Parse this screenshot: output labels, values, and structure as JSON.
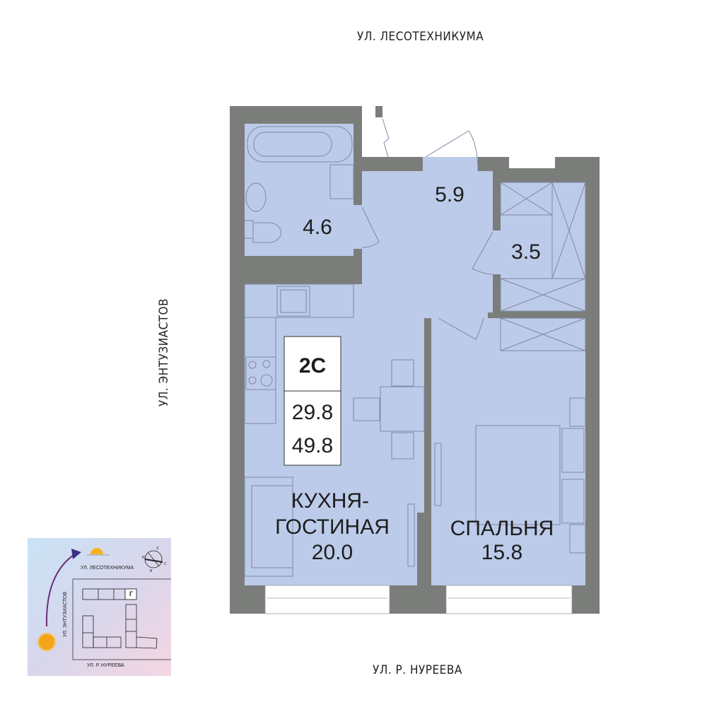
{
  "streets": {
    "north": "УЛ. ЛЕСОТЕХНИКУМА",
    "west": "УЛ. ЭНТУЗИАСТОВ",
    "south": "УЛ. Р. НУРЕЕВА"
  },
  "rooms": {
    "bathroom_area": "4.6",
    "hallway_area": "5.9",
    "storage_area": "3.5",
    "kitchen_label_1": "КУХНЯ-",
    "kitchen_label_2": "ГОСТИНАЯ",
    "kitchen_area": "20.0",
    "bedroom_label": "СПАЛЬНЯ",
    "bedroom_area": "15.8"
  },
  "apartment": {
    "type": "2С",
    "living_area": "29.8",
    "total_area": "49.8"
  },
  "minimap": {
    "north_street": "УЛ. ЛЕСОТЕХНИКУМА",
    "west_street": "УЛ. ЭНТУЗИАСТОВ",
    "south_street": "УЛ. Р. НУРЕЕВА",
    "building_letter": "Г",
    "compass": {
      "n": "З",
      "e": "С",
      "s": "В",
      "w": "Ю"
    }
  },
  "colors": {
    "wall": "#7b7d7a",
    "room": "#bccbe9",
    "accent_arrow": "#3a2f8a"
  }
}
